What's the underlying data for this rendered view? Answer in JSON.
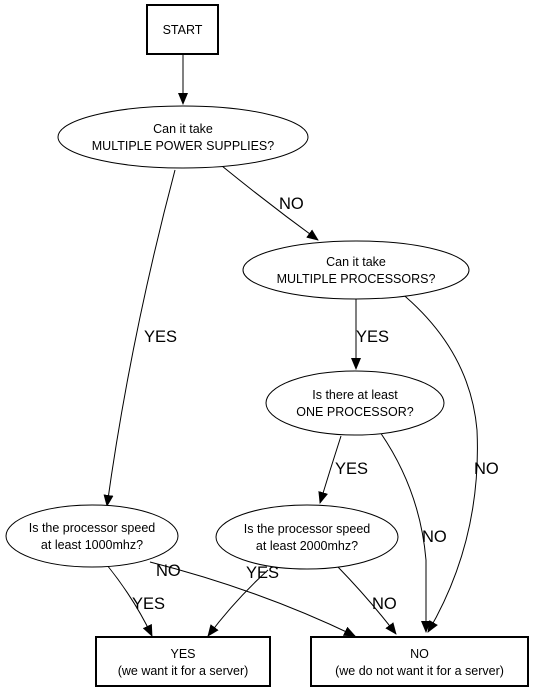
{
  "nodes": {
    "start": {
      "lines": [
        "START"
      ]
    },
    "q_power": {
      "lines": [
        "Can it take",
        "MULTIPLE POWER SUPPLIES?"
      ]
    },
    "q_multi_proc": {
      "lines": [
        "Can it take",
        "MULTIPLE PROCESSORS?"
      ]
    },
    "q_one_proc": {
      "lines": [
        "Is there at least",
        "ONE PROCESSOR?"
      ]
    },
    "q_speed_1000": {
      "lines": [
        "Is the processor speed",
        "at least 1000mhz?"
      ]
    },
    "q_speed_2000": {
      "lines": [
        "Is the processor speed",
        "at least 2000mhz?"
      ]
    },
    "result_yes": {
      "lines": [
        "YES",
        "(we want it for a server)"
      ]
    },
    "result_no": {
      "lines": [
        "NO",
        "(we do not want it for a server)"
      ]
    }
  },
  "edge_labels": {
    "power_no": "NO",
    "power_yes": "YES",
    "multi_proc_yes": "YES",
    "multi_proc_no": "NO",
    "one_proc_yes": "YES",
    "one_proc_no": "NO",
    "speed1000_yes": "YES",
    "speed1000_no": "NO",
    "speed2000_yes": "YES",
    "speed2000_no": "NO"
  },
  "colors": {
    "stroke": "#000000",
    "fill": "#ffffff",
    "text": "#000000"
  }
}
